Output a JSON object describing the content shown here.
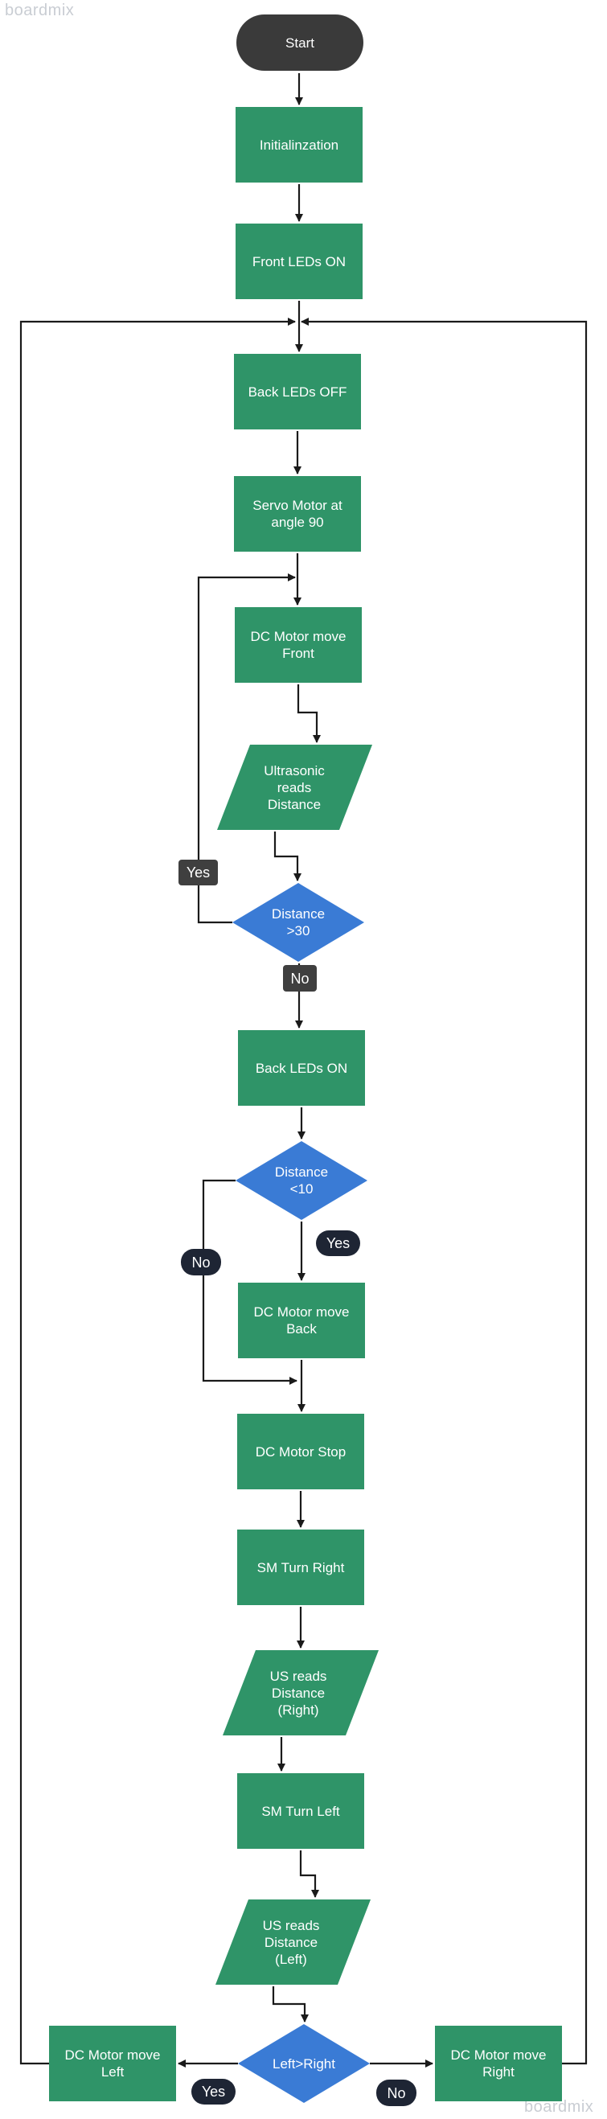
{
  "watermark": {
    "top_left": "boardmix",
    "bottom_right": "boardmix"
  },
  "colors": {
    "process": "#2f9468",
    "decision": "#3a7bd5",
    "terminal": "#3a3a3a",
    "label_dark": "#3f3f3f",
    "label_navy": "#1e2534",
    "line": "#1a1a1a"
  },
  "nodes": {
    "start": "Start",
    "initialization": "Initialinzation",
    "front_leds_on": "Front LEDs ON",
    "back_leds_off": "Back LEDs OFF",
    "servo_90": "Servo Motor at\nangle 90",
    "dc_front": "DC Motor move\nFront",
    "ultrasonic_reads": "Ultrasonic\nreads\nDistance",
    "distance_gt_30": "Distance\n>30",
    "back_leds_on": "Back LEDs ON",
    "distance_lt_10": "Distance\n<10",
    "dc_back": "DC Motor move\nBack",
    "dc_stop": "DC Motor Stop",
    "sm_turn_right": "SM Turn Right",
    "us_reads_right": "US reads\nDistance\n(Right)",
    "sm_turn_left": "SM Turn Left",
    "us_reads_left": "US reads\nDistance\n(Left)",
    "left_gt_right": "Left>Right",
    "dc_left": "DC Motor move\nLeft",
    "dc_right": "DC Motor move\nRight"
  },
  "labels": {
    "yes_gt30": "Yes",
    "no_gt30": "No",
    "yes_lt10": "Yes",
    "no_lt10": "No",
    "yes_lr": "Yes",
    "no_lr": "No"
  }
}
